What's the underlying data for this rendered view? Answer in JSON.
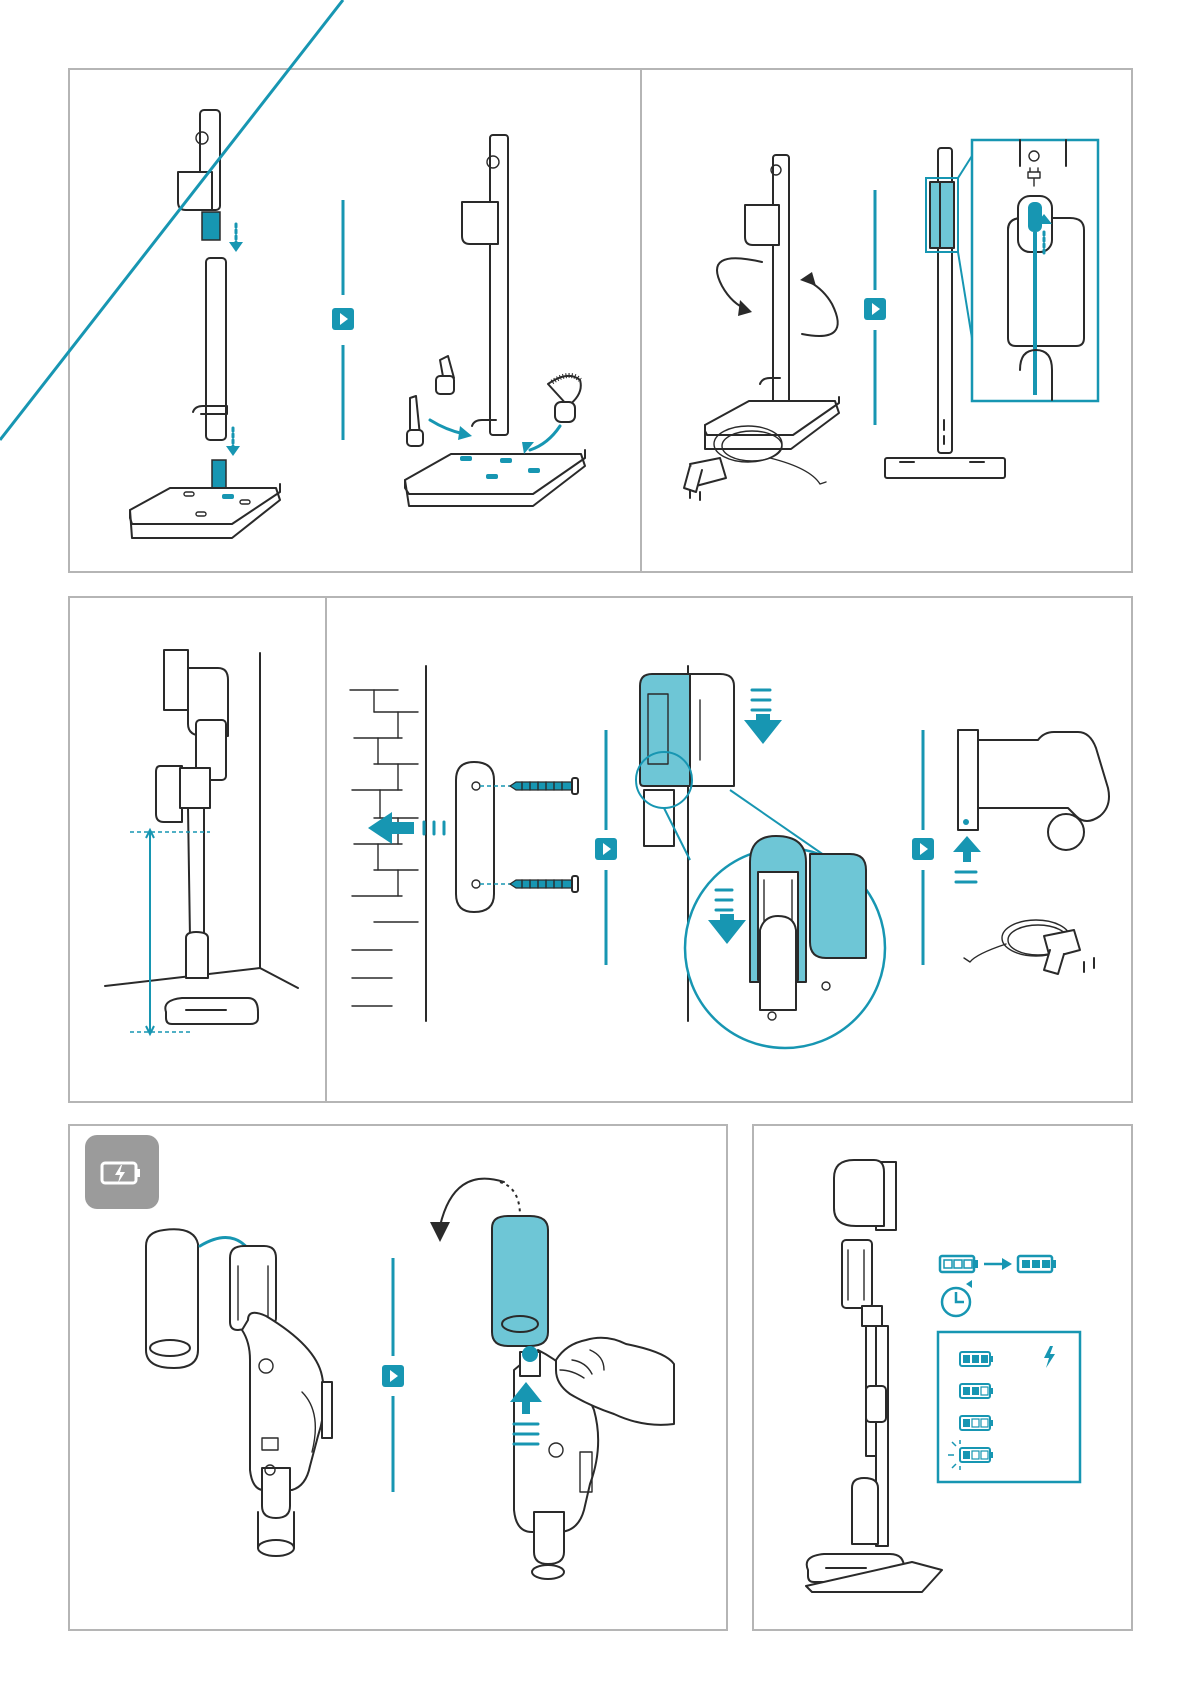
{
  "document": {
    "type": "assembly and charging instructions (pictograms only, no printed text)",
    "colors": {
      "accent": "#1796b2",
      "accent_light": "#6ec6d6",
      "panel_border": "#b5b5b5",
      "badge": "#9b9b9b"
    },
    "panels": [
      {
        "id": "floor-stand-assembly",
        "steps": 2
      },
      {
        "id": "floor-stand-charging",
        "steps": 2
      },
      {
        "id": "wall-mount-height",
        "steps": 1
      },
      {
        "id": "wall-mount-installation",
        "steps": 3
      },
      {
        "id": "battery-insertion",
        "steps": 2,
        "badge_icon": "battery-charging-icon"
      },
      {
        "id": "battery-status",
        "steps": 1,
        "indicator_levels": [
          "full-charging",
          "two-thirds",
          "one-third",
          "low-blinking"
        ]
      }
    ]
  }
}
